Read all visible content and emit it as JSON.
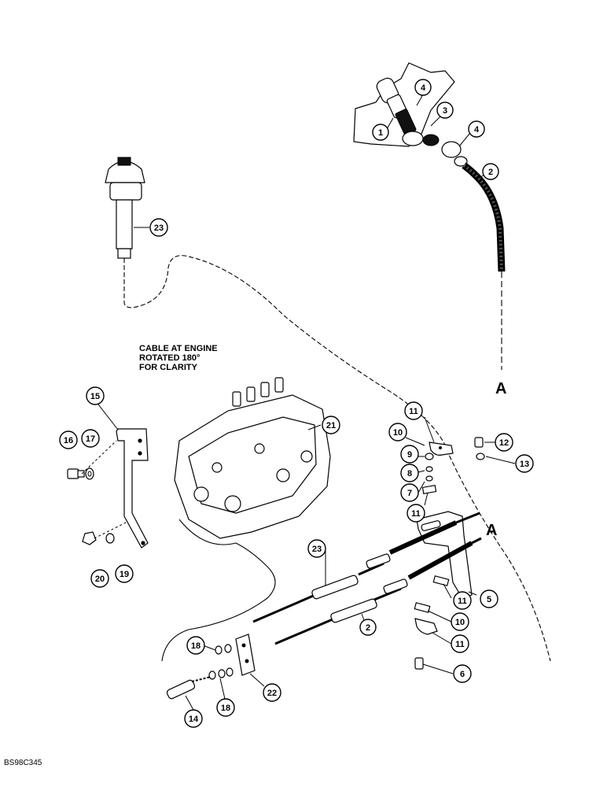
{
  "note": {
    "lines": [
      "CABLE AT ENGINE",
      "ROTATED 180°",
      "FOR CLARITY"
    ]
  },
  "cable_end_label": "A",
  "reference_code": "BS98C345",
  "callouts": [
    "1",
    "2",
    "3",
    "4",
    "4",
    "2",
    "23",
    "15",
    "16",
    "17",
    "21",
    "11",
    "10",
    "12",
    "13",
    "9",
    "8",
    "7",
    "11",
    "20",
    "19",
    "23",
    "5",
    "11",
    "2",
    "10",
    "11",
    "18",
    "6",
    "22",
    "18",
    "14"
  ]
}
